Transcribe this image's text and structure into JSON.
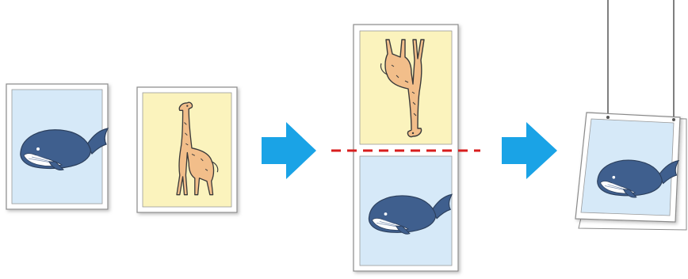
{
  "diagram": {
    "panels": [
      {
        "id": "whale-card",
        "content": "whale-illustration",
        "background": "#d6e9f8"
      },
      {
        "id": "giraffe-card",
        "content": "giraffe-illustration",
        "background": "#fbf3bd"
      },
      {
        "id": "duplex-sheet-front",
        "content": "giraffe-illustration",
        "background": "#fbf3bd"
      },
      {
        "id": "duplex-sheet-back",
        "content": "whale-illustration",
        "background": "#d6e9f8"
      },
      {
        "id": "hanging-sign",
        "content": "whale-illustration",
        "background": "#d6e9f8"
      }
    ],
    "arrows": [
      "right-arrow",
      "right-arrow"
    ],
    "fold_line": {
      "style": "dashed",
      "color": "#d81e1e"
    },
    "colors": {
      "arrow": "#1aa3e6",
      "frame_border": "#8a8a8a",
      "whale_body": "#3f5f8e",
      "whale_belly": "#ffffff",
      "giraffe_body": "#f2be8a",
      "outline": "#3a3a3a",
      "string": "#555555"
    }
  }
}
